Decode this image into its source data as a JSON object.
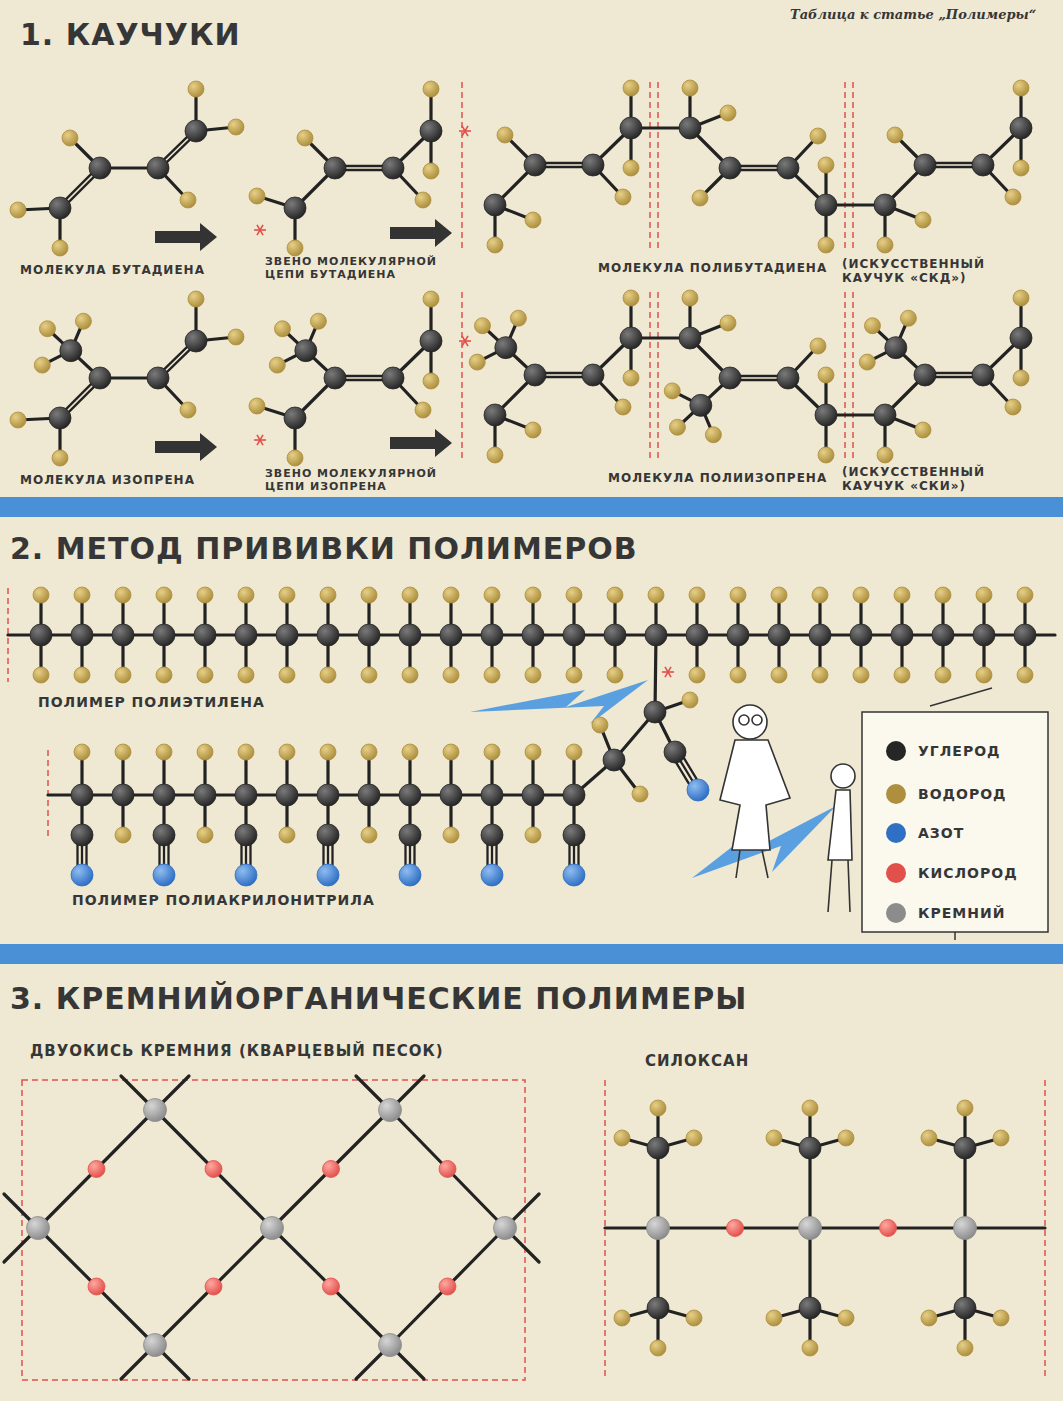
{
  "diagram": {
    "labels": [
      "Таблица к статье „Полимеры“",
      "1. КАУЧУКИ",
      "МОЛЕКУЛА БУТАДИЕНА",
      "ЗВЕНО МОЛЕКУЛЯРНОЙ ЦЕПИ БУТАДИЕНА",
      "МОЛЕКУЛА ПОЛИБУТАДИЕНА",
      "(ИСКУССТВЕННЫЙ КАУЧУК «СКД»)",
      "МОЛЕКУЛА ИЗОПРЕНА",
      "ЗВЕНО МОЛЕКУЛЯРНОЙ ЦЕПИ ИЗОПРЕНА",
      "МОЛЕКУЛА ПОЛИИЗОПРЕНА",
      "(ИСКУССТВЕННЫЙ КАУЧУК «СКИ»)",
      "2. МЕТОД ПРИВИВКИ ПОЛИМЕРОВ",
      "ПОЛИМЕР ПОЛИЭТИЛЕНА",
      "ПОЛИМЕР ПОЛИАКРИЛОНИТРИЛА",
      "3. КРЕМНИЙОРГАНИЧЕСКИЕ ПОЛИМЕРЫ",
      "ДВУОКИСЬ КРЕМНИЯ (КВАРЦЕВЫЙ ПЕСОК)",
      "СИЛОКСАН"
    ],
    "legend": [
      {
        "text": "УГЛЕРОД",
        "color": "#262626"
      },
      {
        "text": "ВОДОРОД",
        "color": "#ad8f3e"
      },
      {
        "text": "АЗОТ",
        "color": "#2f6fc4"
      },
      {
        "text": "КИСЛОРОД",
        "color": "#e2504c"
      },
      {
        "text": "КРЕМНИЙ",
        "color": "#8c8c8c"
      }
    ]
  }
}
